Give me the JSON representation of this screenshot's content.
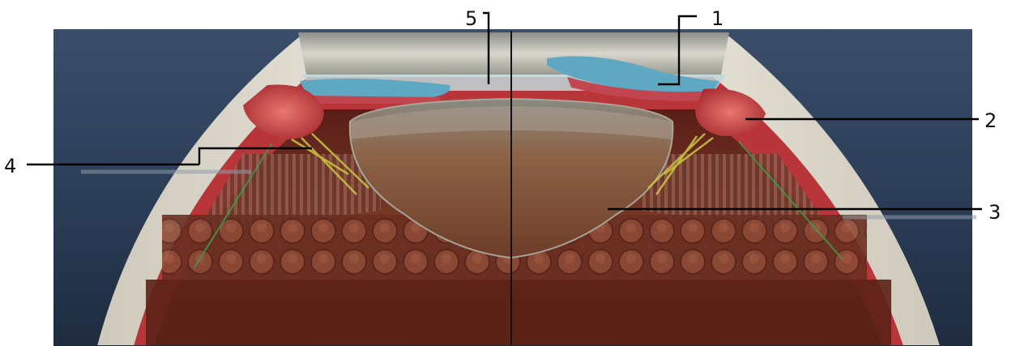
{
  "figure": {
    "subject": "eye-cross-section-accommodation",
    "callouts": [
      {
        "id": "callout-1",
        "label": "1"
      },
      {
        "id": "callout-2",
        "label": "2"
      },
      {
        "id": "callout-3",
        "label": "3"
      },
      {
        "id": "callout-4",
        "label": "4"
      },
      {
        "id": "callout-5",
        "label": "5"
      }
    ],
    "colors": {
      "background": "#2c3e58",
      "sclera": "#ebe6da",
      "ciliary_muscle": "#c23a3e",
      "iris_top": "#5fa8c4",
      "lens": "#9a6a48",
      "choroid": "#6a2a20",
      "zonule_fibers": "#c8c040",
      "divider": "#111111"
    }
  }
}
